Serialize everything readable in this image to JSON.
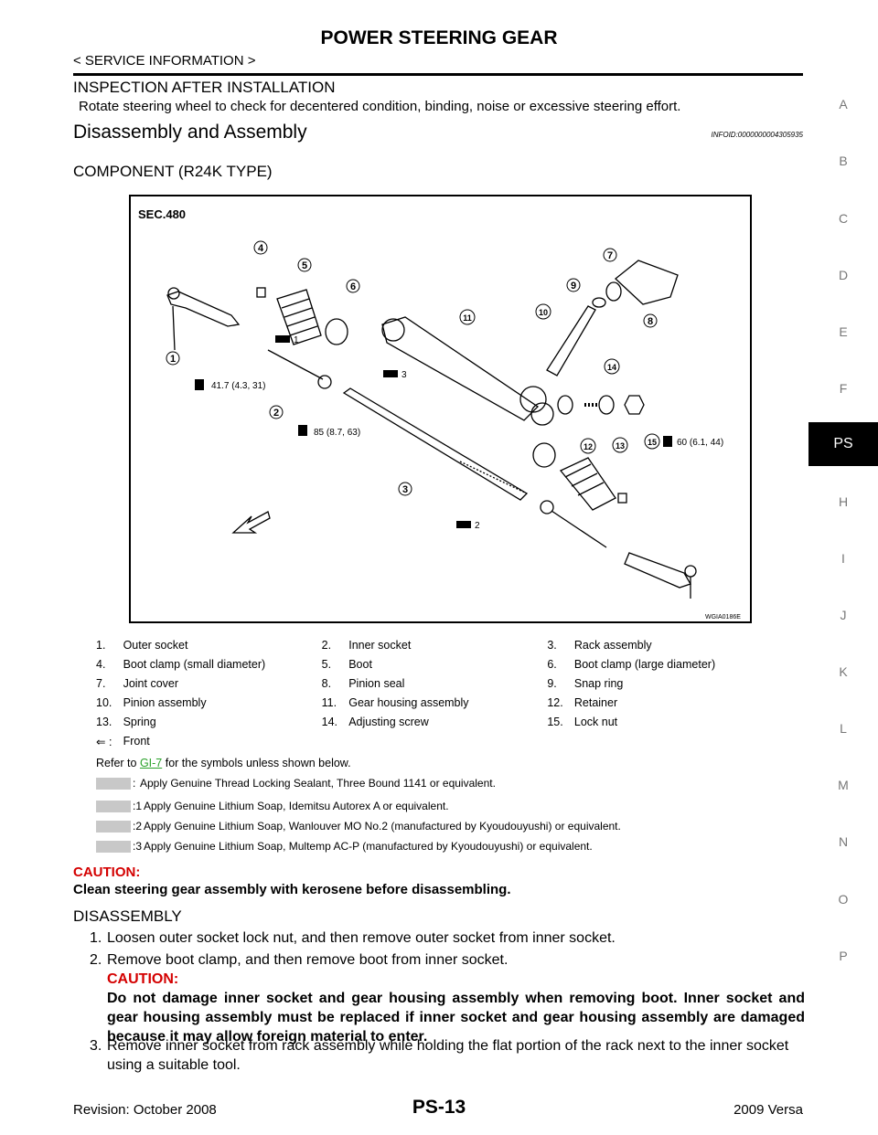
{
  "header": {
    "title": "POWER STEERING GEAR",
    "breadcrumb": "< SERVICE INFORMATION >"
  },
  "inspection": {
    "heading": "INSPECTION AFTER INSTALLATION",
    "text": "Rotate steering wheel to check for decentered condition, binding, noise or excessive steering effort."
  },
  "disassembly_section": {
    "title": "Disassembly and Assembly",
    "infoid": "INFOID:0000000004305935"
  },
  "component": {
    "heading": "COMPONENT (R24K TYPE)",
    "figure": {
      "sec": "SEC.480",
      "code": "WGIA0186E",
      "torque_1": "41.7 (4.3, 31)",
      "torque_2": "85 (8.7, 63)",
      "torque_3": "60 (6.1, 44)",
      "grease_1": "1",
      "grease_2": "2",
      "grease_3": "3",
      "callouts": [
        "1",
        "2",
        "3",
        "4",
        "5",
        "6",
        "7",
        "8",
        "9",
        "10",
        "11",
        "12",
        "13",
        "14",
        "15"
      ]
    },
    "legend": [
      {
        "num": "1.",
        "name": "Outer socket"
      },
      {
        "num": "2.",
        "name": "Inner socket"
      },
      {
        "num": "3.",
        "name": "Rack assembly"
      },
      {
        "num": "4.",
        "name": "Boot clamp (small diameter)"
      },
      {
        "num": "5.",
        "name": "Boot"
      },
      {
        "num": "6.",
        "name": "Boot clamp (large diameter)"
      },
      {
        "num": "7.",
        "name": "Joint cover"
      },
      {
        "num": "8.",
        "name": "Pinion seal"
      },
      {
        "num": "9.",
        "name": "Snap ring"
      },
      {
        "num": "10.",
        "name": "Pinion assembly"
      },
      {
        "num": "11.",
        "name": "Gear housing assembly"
      },
      {
        "num": "12.",
        "name": "Retainer"
      },
      {
        "num": "13.",
        "name": "Spring"
      },
      {
        "num": "14.",
        "name": "Adjusting screw"
      },
      {
        "num": "15.",
        "name": "Lock nut"
      }
    ],
    "front_symbol": "⇐ :",
    "front_label": "Front",
    "refer_prefix": "Refer to ",
    "refer_link": "GI-7",
    "refer_suffix": " for the symbols unless shown below.",
    "symbols": [
      {
        "mark": ":",
        "text": "Apply Genuine Thread Locking Sealant, Three Bound 1141 or equivalent."
      },
      {
        "mark": ":1",
        "text": "Apply Genuine Lithium Soap, Idemitsu Autorex A or equivalent."
      },
      {
        "mark": ":2",
        "text": "Apply Genuine Lithium Soap, Wanlouver MO No.2 (manufactured by Kyoudouyushi) or equivalent."
      },
      {
        "mark": ":3",
        "text": "Apply Genuine Lithium Soap, Multemp AC-P (manufactured by Kyoudouyushi) or equivalent."
      }
    ]
  },
  "caution_block": {
    "label": "CAUTION:",
    "text": "Clean steering gear assembly with kerosene before disassembling."
  },
  "disassembly": {
    "heading": "DISASSEMBLY",
    "steps": [
      {
        "num": "1.",
        "text": "Loosen outer socket lock nut, and then remove outer socket from inner socket."
      },
      {
        "num": "2.",
        "text": "Remove boot clamp, and then remove boot from inner socket.",
        "caution_label": "CAUTION:",
        "caution": "Do not damage inner socket and gear housing assembly when removing boot. Inner socket and gear housing assembly must be replaced if inner socket and gear housing assembly are damaged because it may allow foreign material to enter."
      },
      {
        "num": "3.",
        "text": "Remove inner socket from rack assembly while holding the flat portion of the rack next to the inner socket using a suitable tool."
      }
    ]
  },
  "side_index": [
    "A",
    "B",
    "C",
    "D",
    "E",
    "F",
    "H",
    "I",
    "J",
    "K",
    "L",
    "M",
    "N",
    "O",
    "P"
  ],
  "side_active": "PS",
  "footer": {
    "revision": "Revision: October 2008",
    "page": "PS-13",
    "model": "2009 Versa"
  }
}
